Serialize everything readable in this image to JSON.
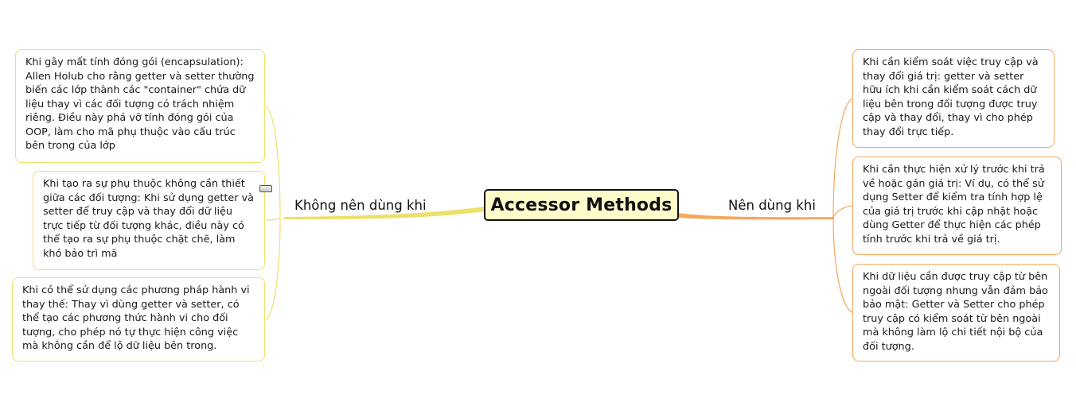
{
  "central_topic": "Accessor Methods",
  "branches": {
    "left": {
      "label": "Không nên dùng khi",
      "color": "#ede06a",
      "items": [
        "Khi gây mất tính đóng gói (encapsulation): Allen Holub cho rằng getter và setter thường biến các lớp thành các \"container\" chứa dữ liệu thay vì các đối tượng có trách nhiệm riêng. Điều này phá vỡ tính đóng gói của OOP, làm cho mã phụ thuộc vào cấu trúc bên trong của lớp",
        "Khi tạo ra sự phụ thuộc không cần thiết giữa các đối tượng: Khi sử dụng getter và setter để truy cập và thay đổi dữ liệu trực tiếp từ đối tượng khác, điều này có thể tạo ra sự phụ thuộc chặt chẽ, làm khó bảo trì mã",
        "Khi có thể sử dụng các phương pháp hành vi thay thế: Thay vì dùng getter và setter, có thể tạo các phương thức hành vi cho đối tượng, cho phép nó tự thực hiện công việc mà không cần để lộ dữ liệu bên trong."
      ]
    },
    "right": {
      "label": "Nên dùng khi",
      "color": "#f5a85c",
      "items": [
        "Khi cần kiểm soát việc truy cập và thay đổi giá trị: getter và setter hữu ích khi cần kiểm soát cách dữ liệu bên trong đối tượng được truy cập và thay đổi, thay vì cho phép thay đổi trực tiếp.",
        "Khi cần thực hiện xử lý trước khi trả về hoặc gán giá trị: Ví dụ, có thể sử dụng Setter để kiểm tra tính hợp lệ của giá trị trước khi cập nhật hoặc dùng Getter để thực hiện các phép tính trước khi trả về giá trị.",
        "Khi dữ liệu cần được truy cập từ bên ngoài đối tượng nhưng vẫn đảm bảo bảo mật: Getter và Setter cho phép truy cập có kiểm soát từ bên ngoài mà không làm lộ chi tiết nội bộ của đối tượng."
      ]
    }
  },
  "icons": {
    "note": "note-icon"
  }
}
